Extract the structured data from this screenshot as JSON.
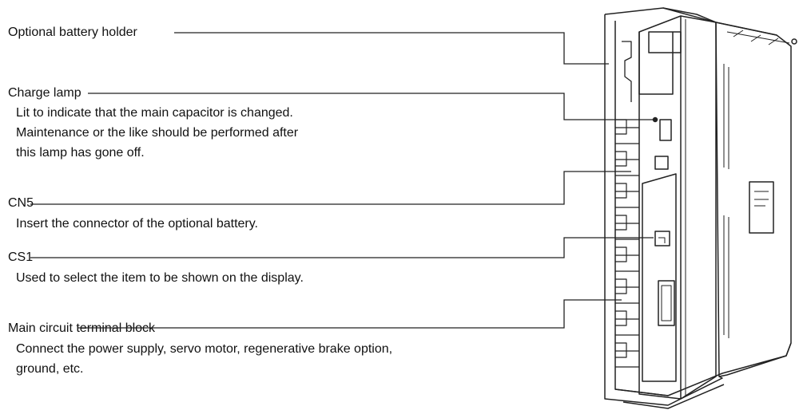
{
  "callouts": [
    {
      "title": "Optional battery holder",
      "description": []
    },
    {
      "title": "Charge lamp",
      "description": [
        "Lit to indicate that the main capacitor is changed.",
        "Maintenance or the like should be performed after",
        "this lamp has gone off."
      ]
    },
    {
      "title": "CN5",
      "description": [
        "Insert the connector of the optional battery."
      ]
    },
    {
      "title": "CS1",
      "description": [
        "Used to select the item to be shown on the display."
      ]
    },
    {
      "title": "Main circuit terminal block",
      "description": [
        "Connect the power supply, servo motor, regenerative brake option,",
        "ground, etc."
      ]
    }
  ]
}
